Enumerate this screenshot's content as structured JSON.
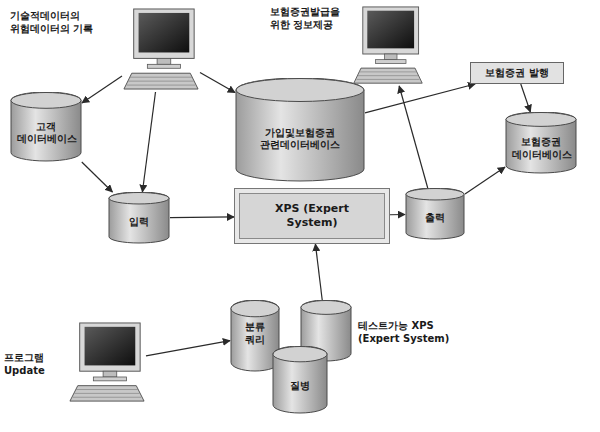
{
  "diagram": {
    "nodes": [
      {
        "text": [
          "기술적데이터의 위험데이터의 기록"
        ]
      },
      {
        "text": [
          "보험증권발급을 위한 정보제공"
        ]
      },
      {
        "text": [
          "보험증권 발행"
        ]
      },
      {
        "text": [
          "고객 데이터베이스"
        ]
      },
      {
        "text": [
          "가입및보험증권 관련데이터베이스"
        ]
      },
      {
        "text": [
          "보험증권 데이터베이스"
        ]
      },
      {
        "text": [
          "입력"
        ]
      },
      {
        "text": [
          "XPS (Expert System)"
        ]
      },
      {
        "text": [
          "출력"
        ]
      },
      {
        "text": [
          "프로그램 Update"
        ]
      },
      {
        "text": [
          "분류 쿼리"
        ]
      },
      {
        "text": [
          "질병"
        ]
      },
      {
        "text": [
          "테스트가능 XPS (Expert System)"
        ]
      }
    ],
    "edges": [
      {
        "from": 0,
        "to": 3,
        "arrow": "to"
      },
      {
        "from": 0,
        "to": 6,
        "arrow": "to"
      },
      {
        "from": 0,
        "to": 4,
        "arrow": "to"
      },
      {
        "from": 3,
        "to": 6,
        "arrow": "to"
      },
      {
        "from": 6,
        "to": 7,
        "arrow": "to"
      },
      {
        "from": 7,
        "to": 8,
        "arrow": "to"
      },
      {
        "from": 4,
        "to": 2,
        "arrow": "to"
      },
      {
        "from": 2,
        "to": 5,
        "arrow": "to"
      },
      {
        "from": 8,
        "to": 5,
        "arrow": "to"
      },
      {
        "from": 8,
        "to": 1,
        "arrow": "to"
      },
      {
        "from": 9,
        "to": 10,
        "arrow": "to"
      },
      {
        "from": 12,
        "to": 7,
        "arrow": "to"
      }
    ]
  }
}
